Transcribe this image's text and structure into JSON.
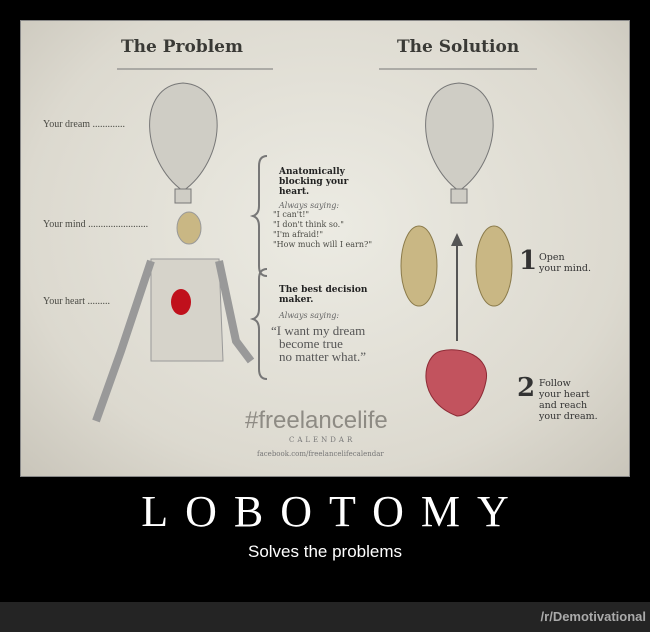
{
  "poster": {
    "problem": {
      "heading": "The Problem",
      "labels": [
        "Your dream .............",
        "Your mind ........................",
        "Your heart ........."
      ],
      "mind_title": "Anatomically blocking your heart.",
      "mind_always": "Always saying:",
      "mind_quotes": [
        "\"I can't!\"",
        "\"I don't think so.\"",
        "\"I'm afraid!\"",
        "\"How much will I earn?\""
      ],
      "heart_title": "The best decision maker.",
      "heart_always": "Always saying:",
      "heart_quote": [
        "“I want my dream",
        "become true",
        "no matter what.”"
      ]
    },
    "solution": {
      "heading": "The Solution",
      "step1_num": "1",
      "step1": [
        "Open",
        "your mind."
      ],
      "step2_num": "2",
      "step2": [
        "Follow",
        "your heart",
        "and reach",
        "your dream."
      ]
    },
    "brand": {
      "hashtag": "#freelancelife",
      "calendar": "CALENDAR",
      "url": "facebook.com/freelancelifecalendar"
    }
  },
  "title": "LOBOTOMY",
  "subtitle": "Solves the problems",
  "footer": "/r/Demotivational"
}
